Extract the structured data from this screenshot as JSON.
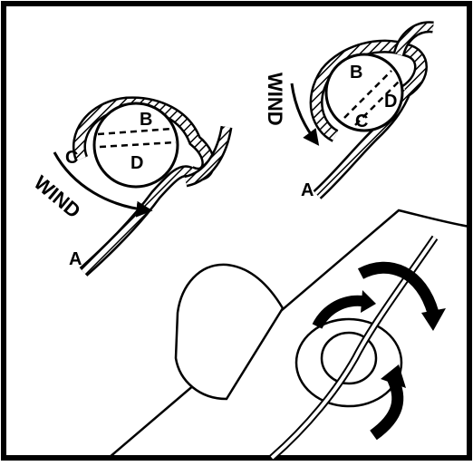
{
  "figure_a": {
    "wind_label": "WIND",
    "point_a": "A",
    "point_b": "B",
    "point_c": "C",
    "point_d": "D"
  },
  "figure_b": {
    "wind_label": "WIND",
    "point_a": "A",
    "point_b": "B",
    "point_c": "C",
    "point_d": "D"
  },
  "colors": {
    "ink": "#000000",
    "paper": "#ffffff"
  }
}
